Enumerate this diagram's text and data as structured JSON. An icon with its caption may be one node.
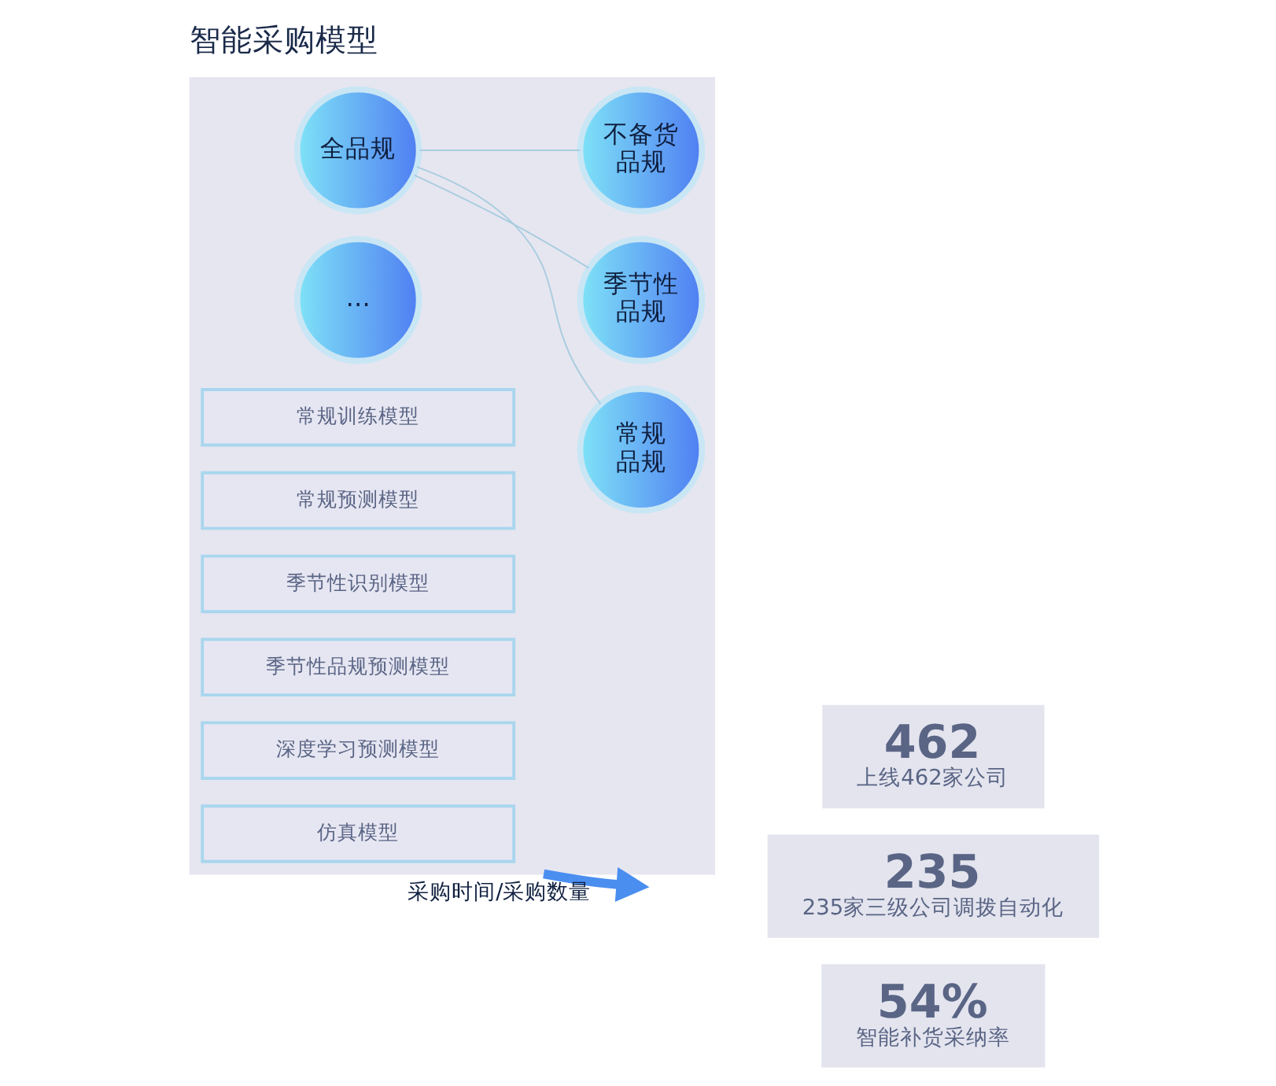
{
  "diagram": {
    "title": "智能采购模型",
    "nodes": [
      {
        "text": [],
        "shape": "box"
      },
      {
        "text": [
          "全品规"
        ],
        "in": 0
      },
      {
        "text": [
          "常规品规"
        ],
        "in": 0
      },
      {
        "text": [
          "季节性品规"
        ],
        "in": 0
      },
      {
        "text": [
          "不备货品规"
        ],
        "in": 0
      },
      {
        "text": [
          "…"
        ],
        "in": 0
      },
      {
        "text": [
          "常规训练模型"
        ],
        "in": 0
      },
      {
        "text": [
          "常规预测模型"
        ],
        "in": 0
      },
      {
        "text": [
          "季节性识别模型"
        ],
        "in": 0
      },
      {
        "text": [
          "季节性品规预测模型"
        ],
        "in": 0
      },
      {
        "text": [
          "深度学习预测模型"
        ],
        "in": 0
      },
      {
        "text": [
          "仿真模型"
        ],
        "in": 0
      },
      {
        "text": [
          "462",
          "上线462家公司"
        ]
      },
      {
        "text": [
          "235",
          "235家三级公司调拨自动化"
        ]
      },
      {
        "text": [
          "54%",
          "智能补货采纳率"
        ]
      }
    ],
    "edges": [
      {
        "from": 1,
        "to": 2,
        "arrow": "none"
      },
      {
        "from": 1,
        "to": 3,
        "arrow": "none"
      },
      {
        "from": 1,
        "to": 4,
        "arrow": "none"
      },
      {
        "from": 0,
        "to": null,
        "arrow": "to",
        "label": "采购时间/采购数量",
        "style": "thick",
        "color": "#4a8ef0"
      }
    ]
  }
}
